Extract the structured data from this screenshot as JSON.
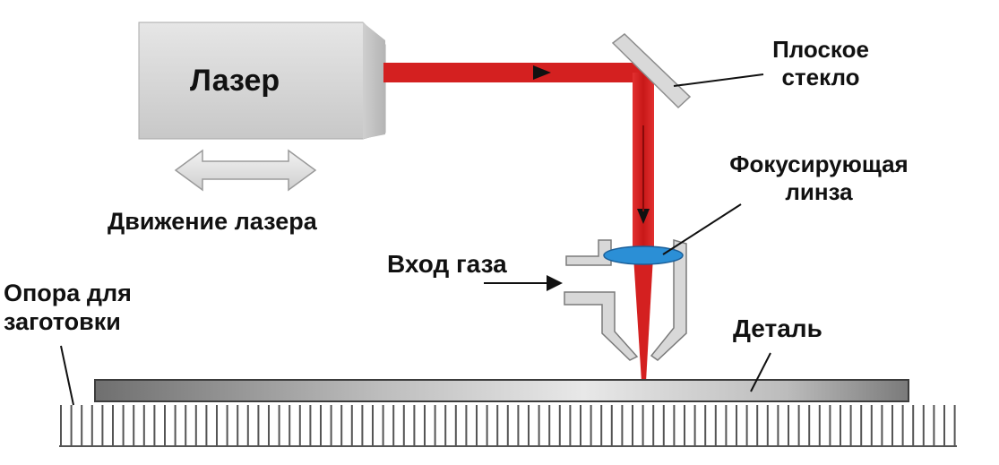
{
  "labels": {
    "laser": "Лазер",
    "flat_glass": [
      "Плоское",
      "стекло"
    ],
    "focusing_lens": [
      "Фокусирующая",
      "линза"
    ],
    "laser_movement": "Движение лазера",
    "gas_inlet": "Вход газа",
    "workpiece_support": [
      "Опора для",
      "заготовки"
    ],
    "part": "Деталь"
  },
  "colors": {
    "beam": "#d42020",
    "beam_dark": "#a01010",
    "laser_body": "#dcdcdc",
    "lens": "#2b8fd6",
    "nozzle_fill": "#d8d8d8",
    "part_plate": "#9a9a9a",
    "support_teeth": "#555555",
    "arrow": "#111111"
  }
}
